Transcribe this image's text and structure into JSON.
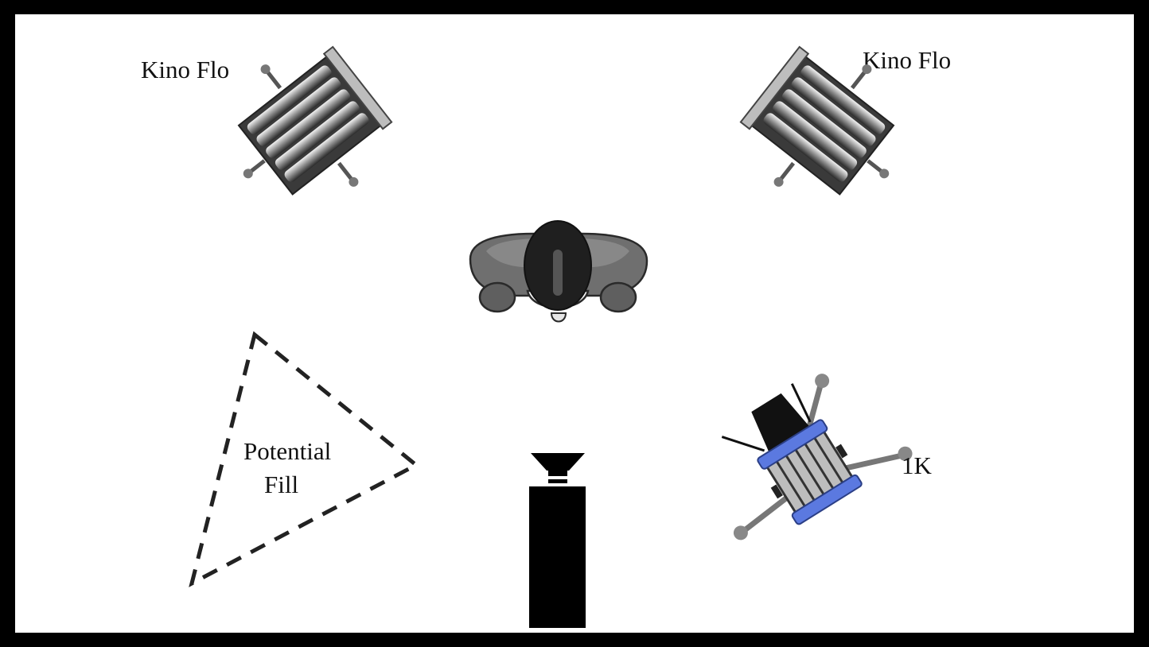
{
  "labels": {
    "kino_flo_left": "Kino Flo",
    "kino_flo_right": "Kino Flo",
    "potential_fill_line1": "Potential",
    "potential_fill_line2": "Fill",
    "one_k": "1K"
  },
  "icons": {
    "kino_flo_left": "kino-flo-light-icon",
    "kino_flo_right": "kino-flo-light-icon",
    "subject": "person-top-view-icon",
    "camera": "camera-icon",
    "one_k_light": "fresnel-light-icon",
    "fill_area": "dashed-triangle-icon"
  },
  "colors": {
    "frame": "#000000",
    "background": "#ffffff",
    "fresnel_barrel": "#5b79e0",
    "subject_gray": "#6f6f6f",
    "subject_dark": "#1f1f1f"
  }
}
